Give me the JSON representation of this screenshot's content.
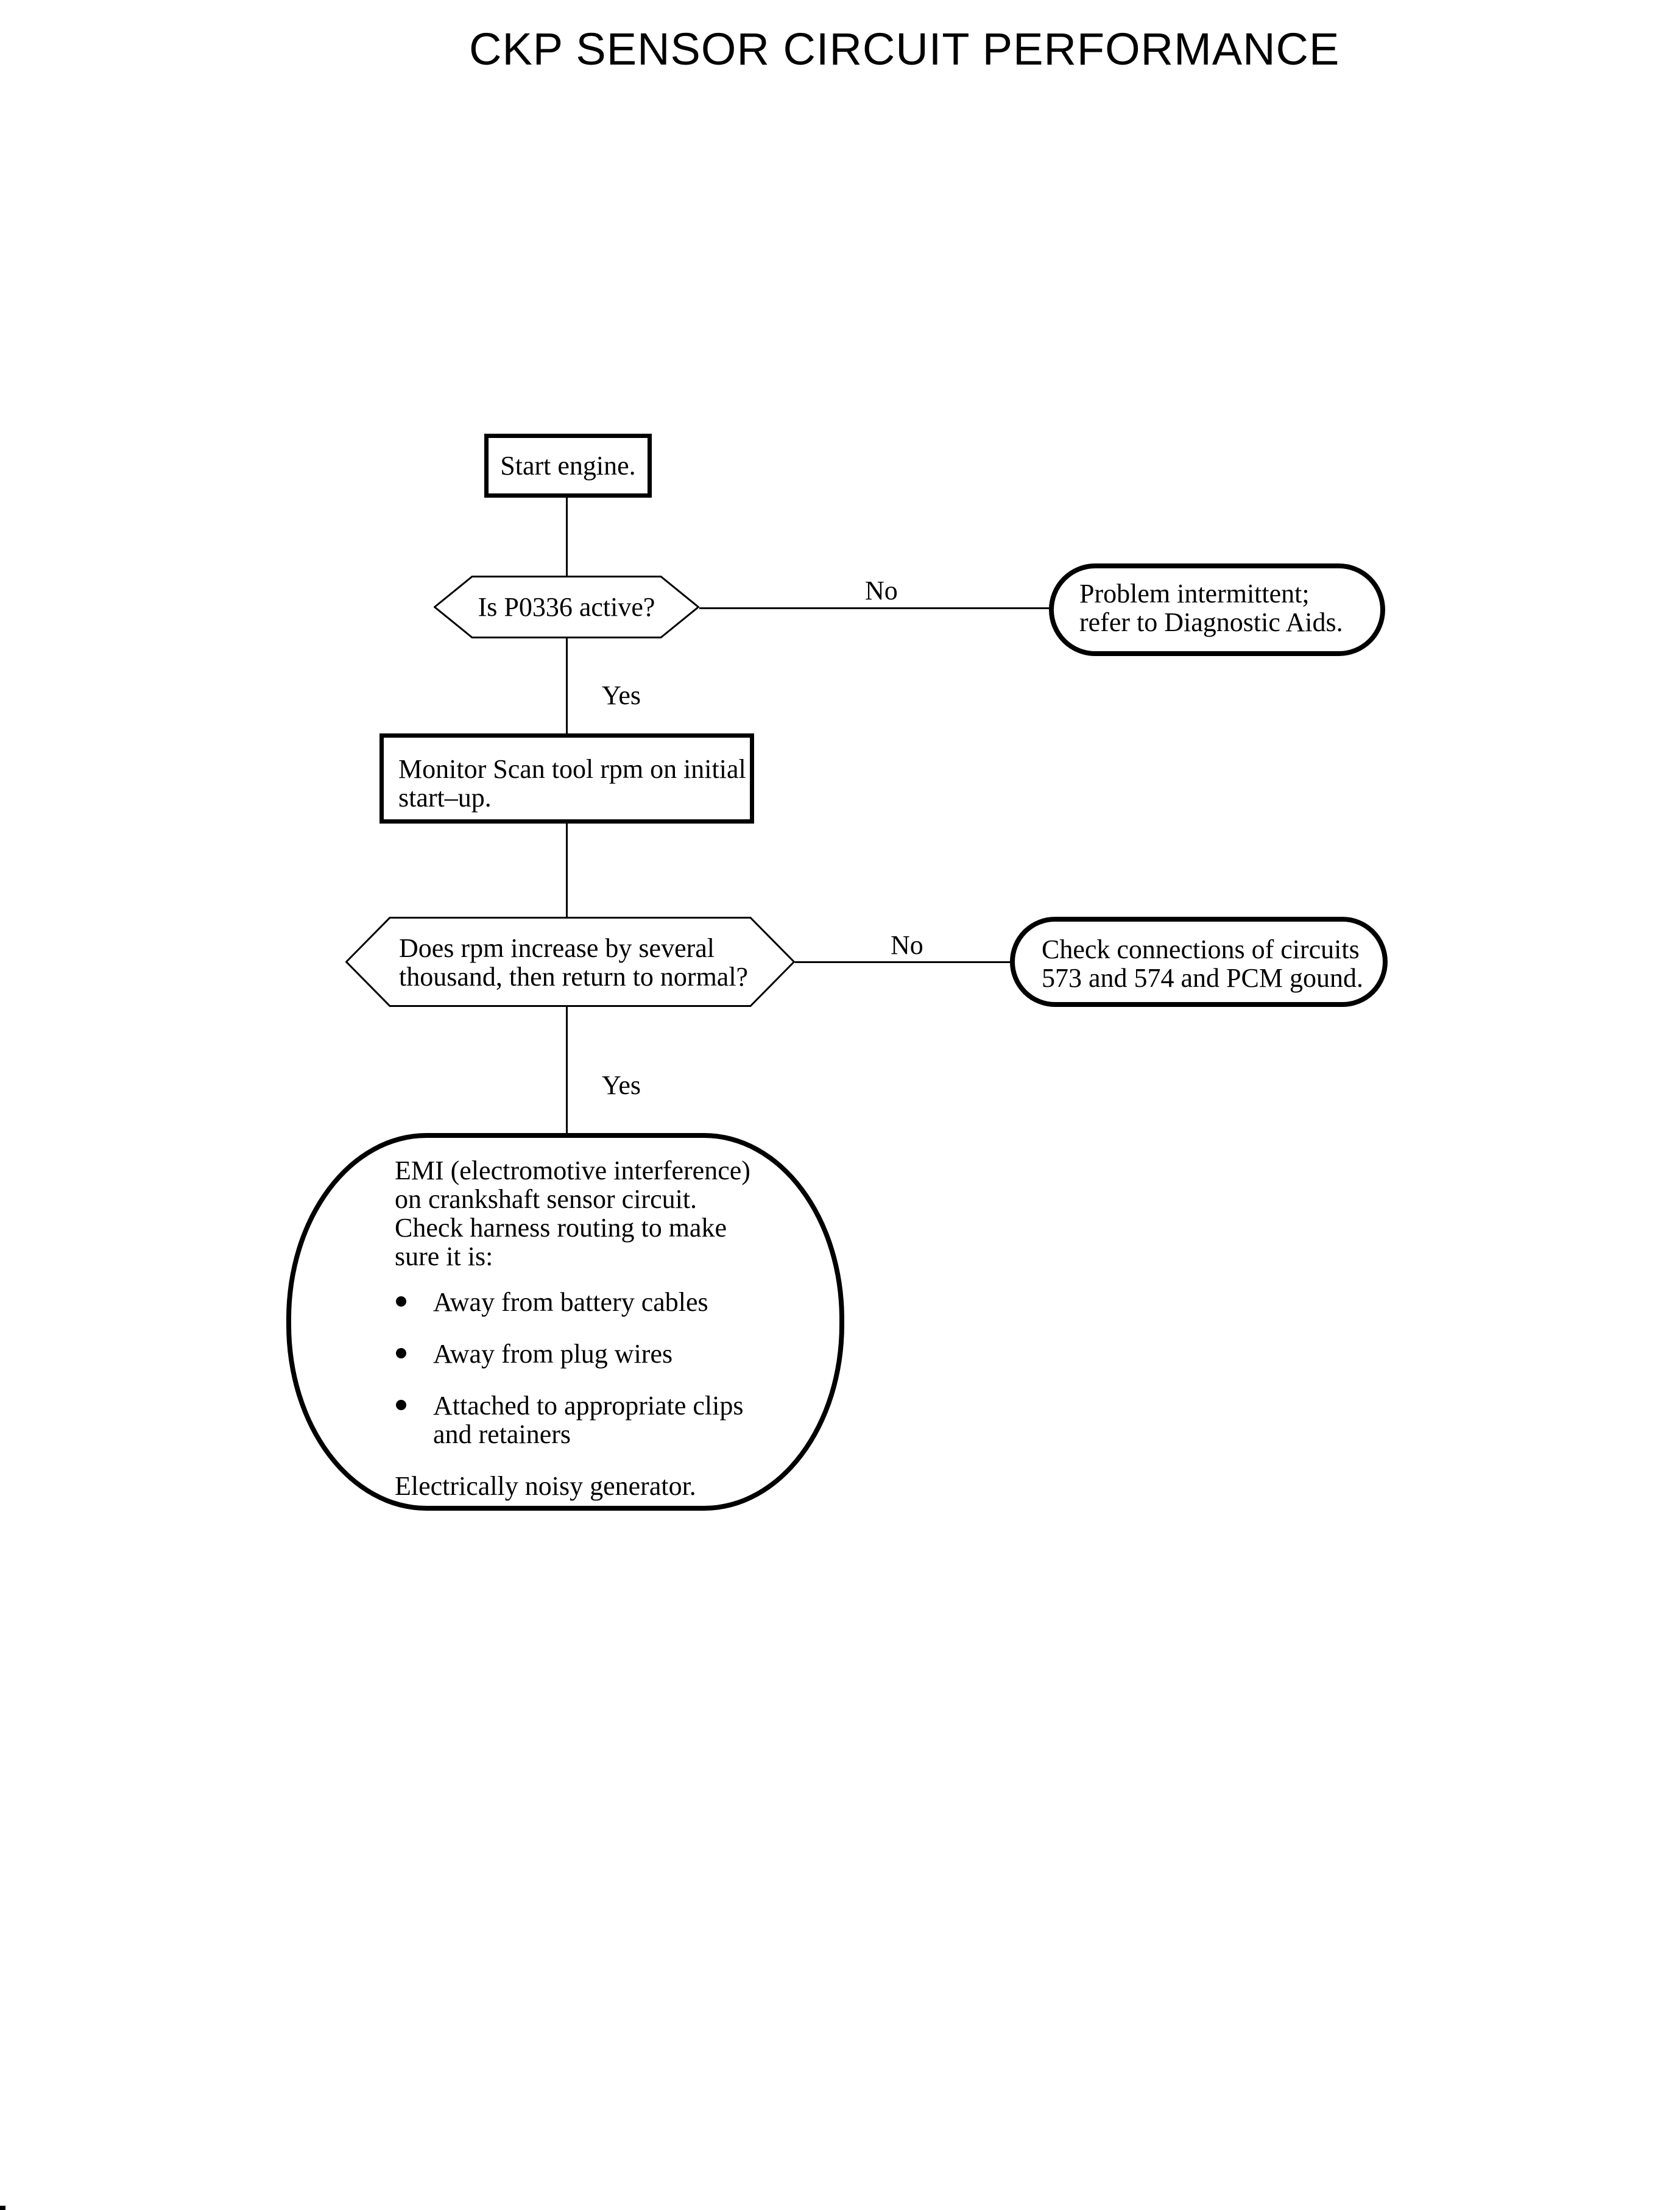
{
  "title": "CKP SENSOR CIRCUIT PERFORMANCE",
  "flowchart": {
    "nodes": {
      "start": {
        "type": "process",
        "label": "Start engine."
      },
      "decision1": {
        "type": "decision",
        "label": "Is P0336 active?"
      },
      "terminal1": {
        "type": "terminal",
        "lines": [
          "Problem intermittent;",
          "refer to Diagnostic Aids."
        ]
      },
      "monitor": {
        "type": "process",
        "lines": [
          "Monitor Scan tool rpm on initial",
          "start–up."
        ]
      },
      "decision2": {
        "type": "decision",
        "lines": [
          "Does rpm increase by several",
          "thousand, then return to normal?"
        ]
      },
      "terminal2": {
        "type": "terminal",
        "lines": [
          "Check connections of circuits",
          "573 and 574 and PCM gound."
        ]
      },
      "emi": {
        "type": "terminal",
        "intro_lines": [
          "EMI (electromotive interference)",
          "on crankshaft sensor circuit.",
          "Check harness routing to make",
          "sure it is:"
        ],
        "bullets": [
          "Away from battery cables",
          "Away from plug wires",
          "Attached to appropriate clips and retainers"
        ],
        "footer": "Electrically noisy generator."
      }
    },
    "branch_labels": {
      "no1": "No",
      "yes1": "Yes",
      "no2": "No",
      "yes2": "Yes"
    }
  },
  "colors": {
    "ink": "#000000",
    "paper": "#ffffff"
  }
}
